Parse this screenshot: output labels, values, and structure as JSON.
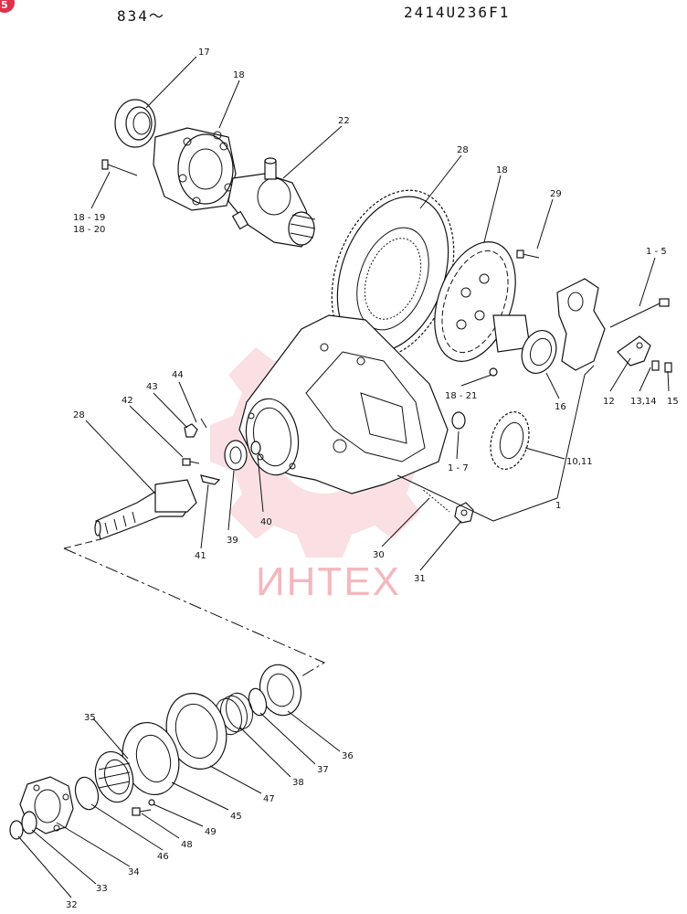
{
  "header": {
    "left_code": "834～",
    "right_code": "2414U236F1"
  },
  "badge": {
    "text": "5",
    "color": "#e0304a"
  },
  "watermark": {
    "text": "ИНТЕХ",
    "color": "#f4b8bf"
  },
  "labels": {
    "l17": "17",
    "l18a": "18",
    "l22": "22",
    "l18_19": "18 - 19",
    "l18_20": "18 - 20",
    "l28a": "28",
    "l18b": "18",
    "l29": "29",
    "l1_5": "1 - 5",
    "l12": "12",
    "l13_14": "13,14",
    "l15": "15",
    "l16": "16",
    "l18_21": "18 - 21",
    "l10_11": "10,11",
    "l1_7": "1 - 7",
    "l1": "1",
    "l44": "44",
    "l43": "43",
    "l42": "42",
    "l28b": "28",
    "l39": "39",
    "l40": "40",
    "l41": "41",
    "l30": "30",
    "l31": "31",
    "l35": "35",
    "l36": "36",
    "l37": "37",
    "l38": "38",
    "l47": "47",
    "l45": "45",
    "l49": "49",
    "l48": "48",
    "l46": "46",
    "l34": "34",
    "l33": "33",
    "l32": "32"
  }
}
